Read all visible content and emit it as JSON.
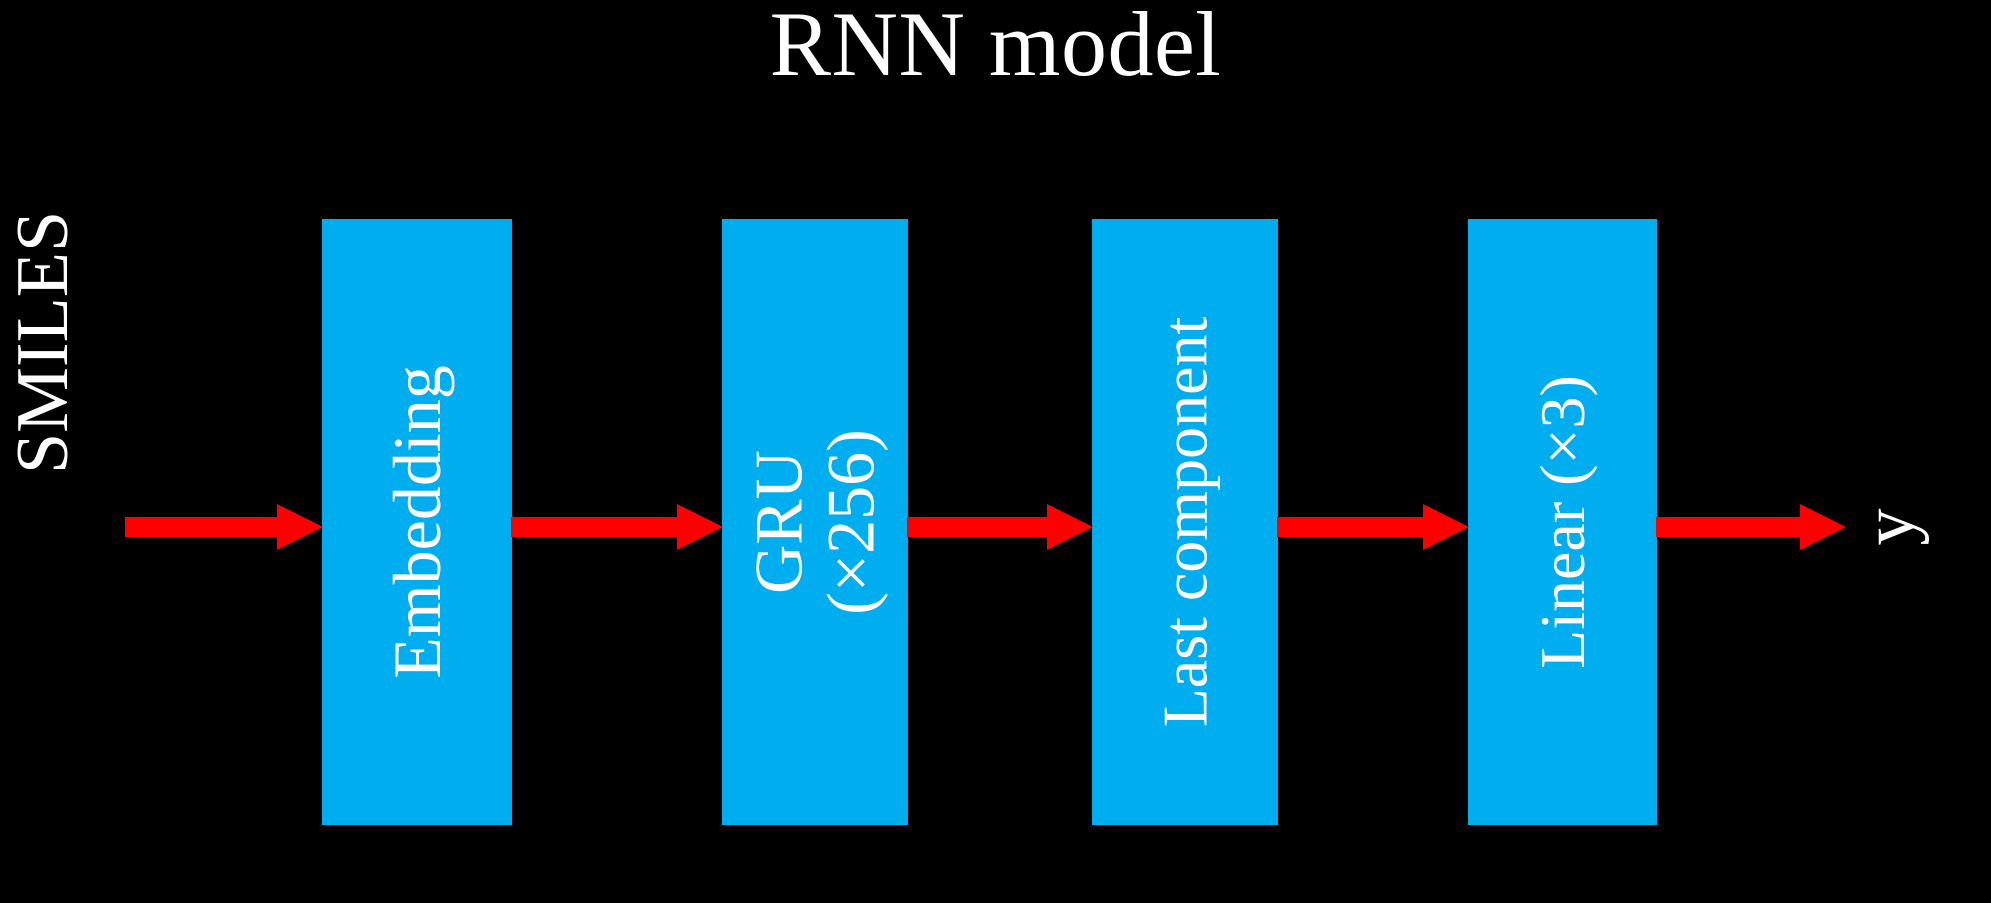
{
  "figure": {
    "title": "RNN model",
    "background_color": "#000000",
    "block_color": "#00AEEF",
    "arrow_color": "#FF0000",
    "text_color": "#FFFFFF"
  },
  "input": {
    "label": "SMILES"
  },
  "output": {
    "label": "y"
  },
  "blocks": [
    {
      "label": "Embedding",
      "line1": "Embedding",
      "line2": ""
    },
    {
      "label": "GRU (×256)",
      "line1": "GRU",
      "line2": "(×256)"
    },
    {
      "label": "Last component",
      "line1": "Last component",
      "line2": ""
    },
    {
      "label": "Linear (×3)",
      "line1": "Linear (×3)",
      "line2": ""
    }
  ],
  "arrows": [
    {
      "from": "SMILES",
      "to": "Embedding"
    },
    {
      "from": "Embedding",
      "to": "GRU (×256)"
    },
    {
      "from": "GRU (×256)",
      "to": "Last component"
    },
    {
      "from": "Last component",
      "to": "Linear (×3)"
    },
    {
      "from": "Linear (×3)",
      "to": "y"
    }
  ]
}
